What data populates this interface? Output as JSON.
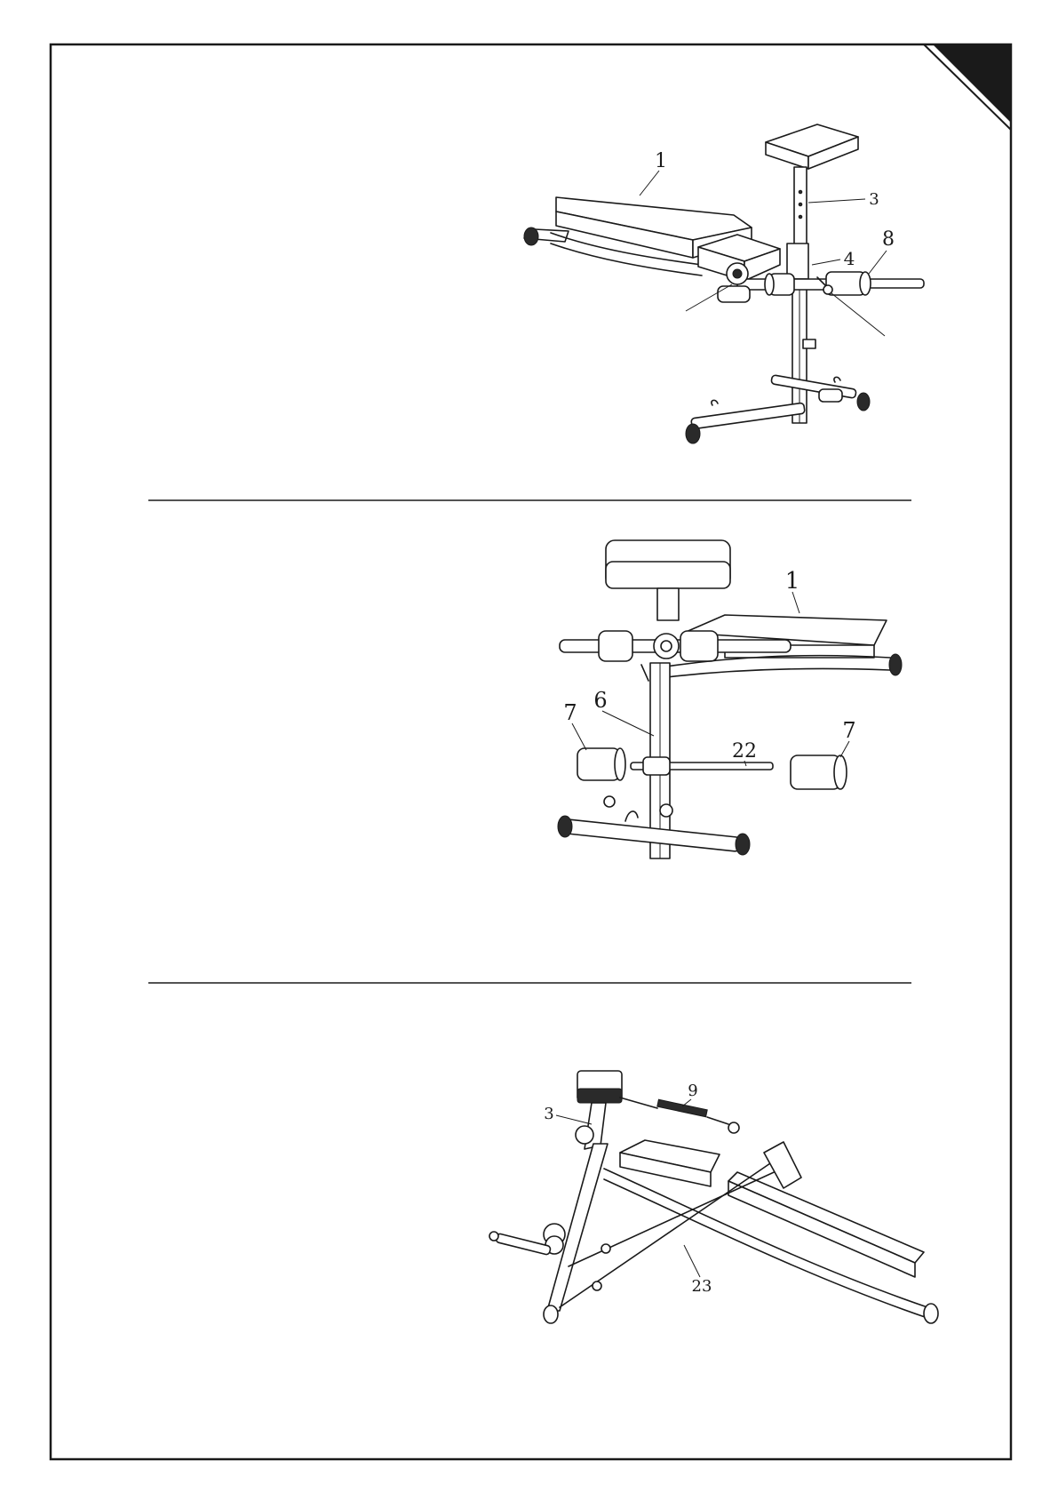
{
  "sections": [
    {
      "id": "step-1",
      "labels": {
        "seat_pad": "1",
        "upright_post": "3",
        "front_post": "4",
        "foam_roller": "8"
      }
    },
    {
      "id": "step-2",
      "labels": {
        "seat_pad": "1",
        "leg_post": "6",
        "foam_roller_left": "7",
        "roller_bar": "22",
        "foam_roller_right": "7"
      }
    },
    {
      "id": "step-3",
      "labels": {
        "upright_post": "3",
        "resistance_band": "9",
        "cable": "23"
      }
    }
  ]
}
